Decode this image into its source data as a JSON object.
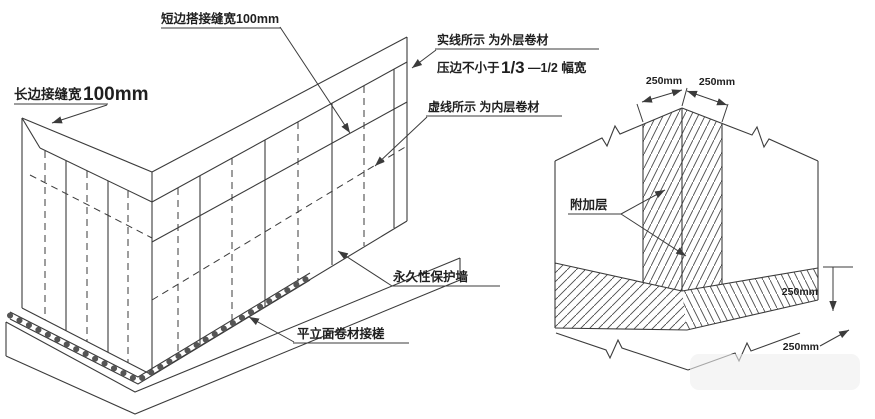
{
  "colors": {
    "background": "#ffffff",
    "line": "#3b3b3b",
    "text": "#1f1f1f"
  },
  "left_diagram": {
    "labels": {
      "short_edge_seam": "短边搭接缝宽100mm",
      "long_edge_seam_cn": "长边接缝宽",
      "long_edge_seam_val": "100mm",
      "outer_layer_line": "实线所示 为外层卷材",
      "overlap_prefix": "压边不小于",
      "overlap_frac_big": "1/3",
      "overlap_suffix": "—1/2 幅宽",
      "inner_layer_line": "虚线所示 为内层卷材",
      "protective_wall": "永久性保护墙",
      "surface_joint": "平立面卷材接槎"
    }
  },
  "right_diagram": {
    "labels": {
      "additional_layer": "附加层"
    },
    "dimensions": {
      "top_left": "250mm",
      "top_right": "250mm",
      "side_upper": "250mm",
      "side_lower": "250mm"
    }
  }
}
